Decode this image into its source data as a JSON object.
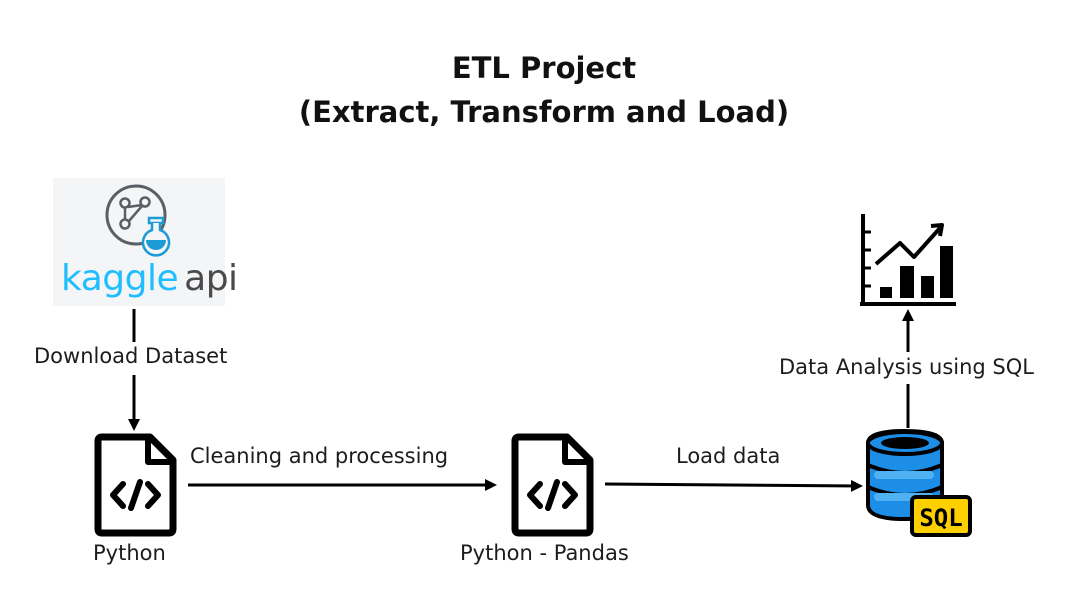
{
  "title": {
    "line1": "ETL Project",
    "line2": "(Extract, Transform and Load)"
  },
  "nodes": {
    "kaggle": {
      "brand": "kaggle",
      "suffix": "api",
      "brand_color": "#20beff",
      "icon": "kaggle-flask-icon"
    },
    "python": {
      "label": "Python",
      "icon": "code-file-icon"
    },
    "pandas": {
      "label": "Python - Pandas",
      "icon": "code-file-icon"
    },
    "sql_db": {
      "badge": "SQL",
      "db_color": "#1c8ee8",
      "badge_color": "#ffd000",
      "icon": "database-icon"
    },
    "analysis": {
      "icon": "bar-chart-growth-icon"
    }
  },
  "edges": {
    "download": "Download Dataset",
    "cleaning": "Cleaning and processing",
    "load": "Load data",
    "analysis": "Data Analysis using SQL"
  }
}
